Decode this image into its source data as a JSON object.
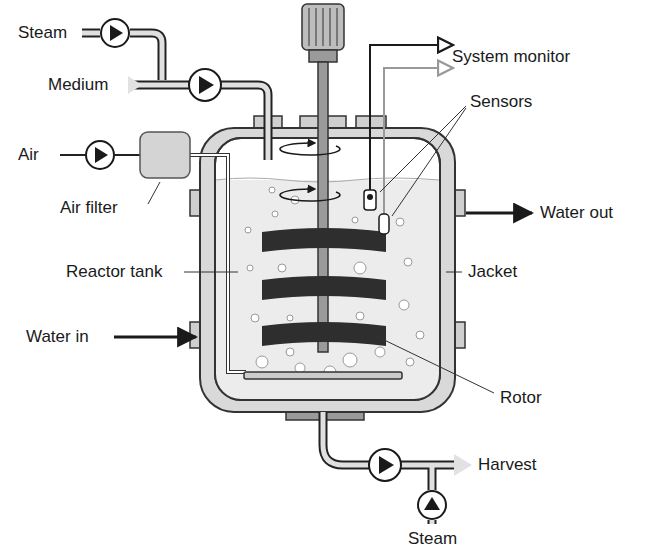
{
  "diagram": {
    "labels": [
      "Steam",
      "Medium",
      "Air",
      "Air filter",
      "System monitor",
      "Sensors",
      "Water out",
      "Reactor tank",
      "Jacket",
      "Water in",
      "Rotor",
      "Harvest",
      "Steam"
    ]
  }
}
